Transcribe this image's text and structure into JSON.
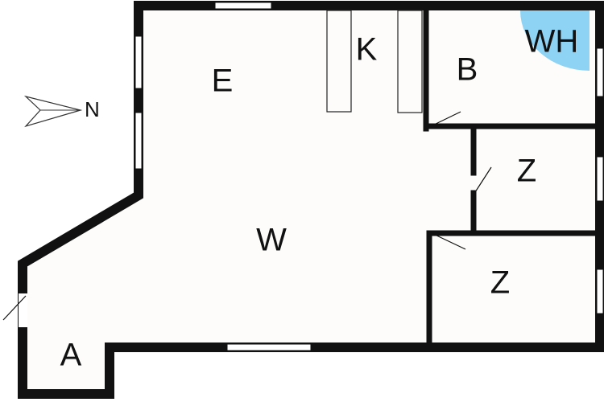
{
  "compass": {
    "label": "N"
  },
  "rooms": {
    "e": "E",
    "k": "K",
    "wh": "WH",
    "b": "B",
    "w": "W",
    "z_upper": "Z",
    "z_lower": "Z",
    "a": "A"
  },
  "colors": {
    "wall": "#111111",
    "floor": "#fdfcfa",
    "wh_fill": "#8fd3f4",
    "window": "#ffffff"
  }
}
